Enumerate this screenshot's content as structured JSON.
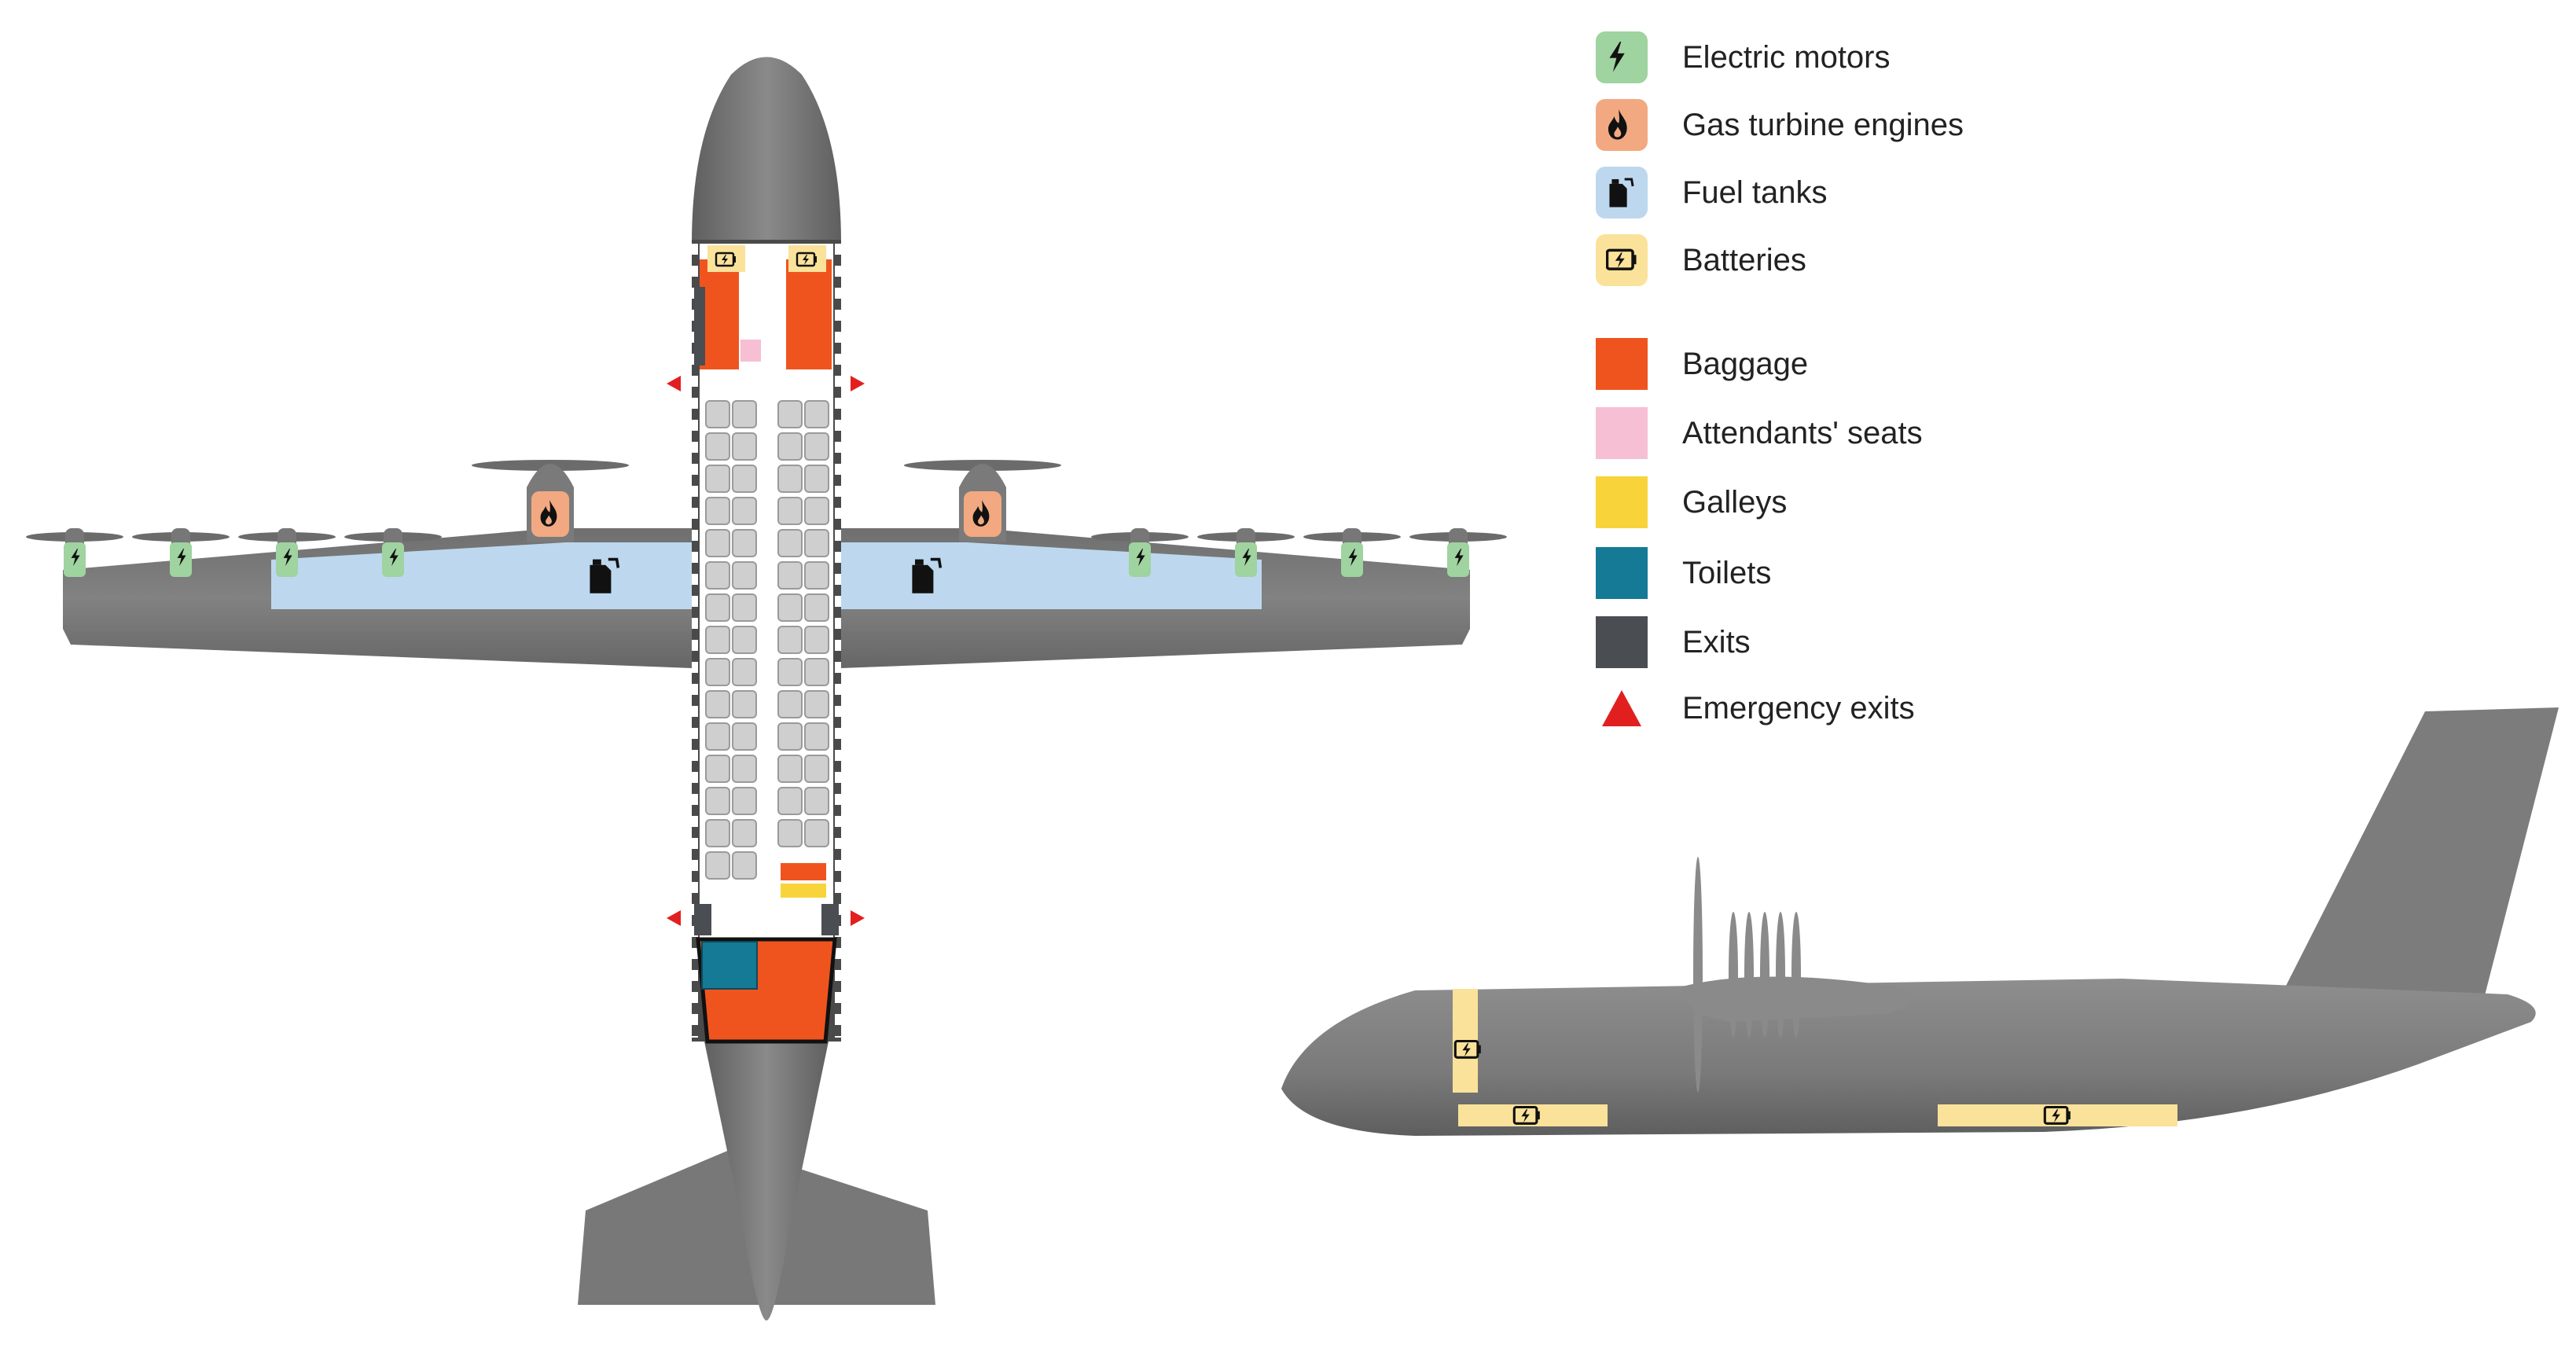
{
  "legend": {
    "items": [
      {
        "key": "electric",
        "label": "Electric motors",
        "color": "#9fd3a0",
        "icon": "lightning-icon"
      },
      {
        "key": "gas",
        "label": "Gas turbine engines",
        "color": "#f2a981",
        "icon": "flame-icon"
      },
      {
        "key": "fuel",
        "label": "Fuel tanks",
        "color": "#bdd8ee",
        "icon": "fuel-can-icon"
      },
      {
        "key": "battery",
        "label": "Batteries",
        "color": "#fbe29a",
        "icon": "battery-icon"
      },
      {
        "key": "baggage",
        "label": "Baggage",
        "color": "#f0541e",
        "icon": "square-swatch"
      },
      {
        "key": "attendants",
        "label": "Attendants' seats",
        "color": "#f6bfd3",
        "icon": "square-swatch"
      },
      {
        "key": "galleys",
        "label": "Galleys",
        "color": "#f8d43a",
        "icon": "square-swatch"
      },
      {
        "key": "toilets",
        "label": "Toilets",
        "color": "#147a96",
        "icon": "square-swatch"
      },
      {
        "key": "exits",
        "label": "Exits",
        "color": "#4a4d51",
        "icon": "square-swatch"
      },
      {
        "key": "emergency",
        "label": "Emergency exits",
        "color": "#e21f1f",
        "icon": "triangle-icon"
      }
    ]
  },
  "colors": {
    "fuselage": "#7b7b7b",
    "fuselage_dark": "#6a6a6a",
    "cabin": "#ffffff",
    "seat": "#cfcfcf"
  }
}
